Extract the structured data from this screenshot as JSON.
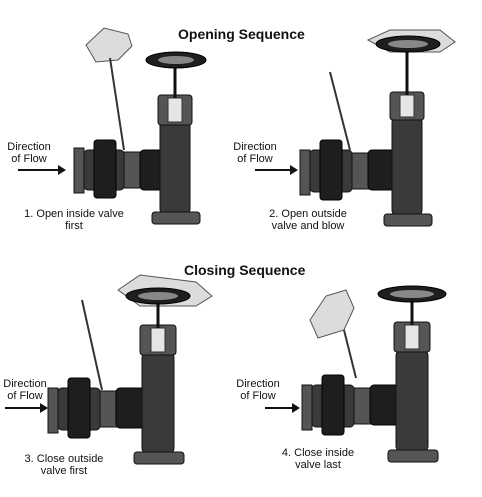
{
  "headings": {
    "opening": "Opening Sequence",
    "closing": "Closing Sequence"
  },
  "flow_label": "Direction\nof Flow",
  "steps": [
    {
      "label": "1. Open inside valve\nfirst"
    },
    {
      "label": "2. Open outside\nvalve and blow"
    },
    {
      "label": "3. Close outside\nvalve first"
    },
    {
      "label": "4. Close inside\nvalve last"
    }
  ],
  "icons": {
    "valve": "valve-assembly-icon",
    "hand": "hand-icon",
    "arrow": "flow-arrow-icon"
  }
}
